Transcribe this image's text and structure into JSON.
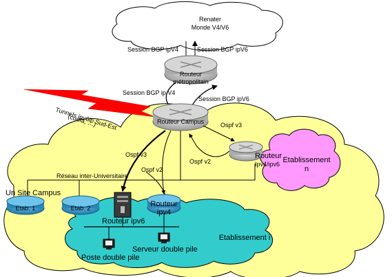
{
  "clouds": {
    "renater_line1": "Renater",
    "renater_line2": "Monde V4/V6",
    "etab_n_line1": "Etablissement",
    "etab_n_line2": "n",
    "etab_i": "Etablissement i"
  },
  "sessions": {
    "bgp_v4_top": "Session BGP ipV4",
    "bgp_v6_top": "Session BGP ipV6",
    "bgp_v4_mid": "Session BGP ip V4",
    "bgp_v6_mid": "Session BGP ipV6"
  },
  "routers": {
    "metro_line1": "Routeur",
    "metro_line2": "métropolitain",
    "campus": "Routeur Campus",
    "dual_line1": "Routeur",
    "dual_line2": "Ipv4/ipv6",
    "ipv4_line1": "Routeur",
    "ipv4_line2": "ipv4",
    "ipv6": "Routeur ipv6"
  },
  "tunnels": {
    "line1": "Tunnels ipv6ip Sud-Est",
    "line2": "(cuefa, …)"
  },
  "ospf": {
    "v3_right": "Ospf v3",
    "v3_left": "Ospf v3",
    "v2_mid": "Ospf v2",
    "v2_low": "Ospf v2"
  },
  "network": {
    "inter_univ": "Réseau inter-Universitaire",
    "site_campus": "Un Site Campus"
  },
  "etabs": {
    "etab1": "Etab. 1",
    "etab2": "Etab. 2"
  },
  "hosts": {
    "server": "Serveur double pile",
    "poste": "Poste double pile"
  },
  "colors": {
    "yellow_cloud": "#FFFF99",
    "pink_cloud": "#FF99FF",
    "cyan_cloud": "#33CCCC",
    "router_gray": "#C0C0C0",
    "router_blue": "#3399CC",
    "lightning_red": "#FF0000"
  }
}
